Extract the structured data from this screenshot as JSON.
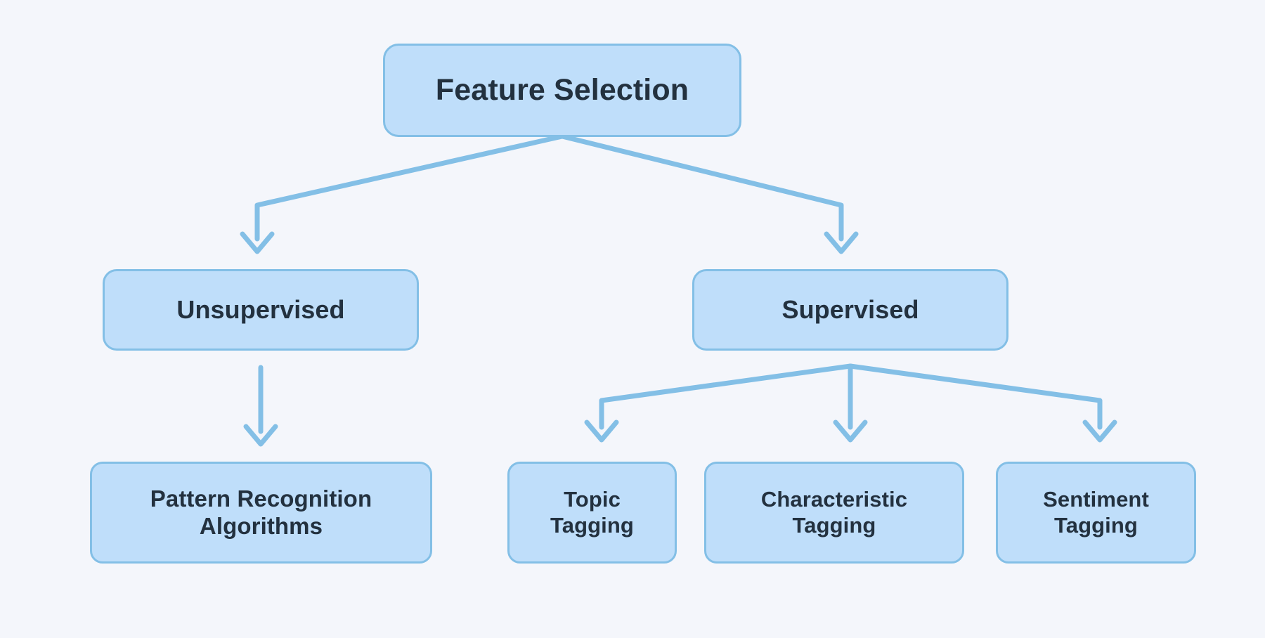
{
  "diagram": {
    "title": "Feature Selection",
    "background_color": "#f4f6fb",
    "node_fill_color": "#bfdefa",
    "node_border_color": "#83bfe6",
    "node_text_color": "#23313f",
    "edge_color": "#83bfe6",
    "nodes": {
      "root": {
        "label": "Feature Selection",
        "level": 1
      },
      "unsupervised": {
        "label": "Unsupervised",
        "level": 2
      },
      "supervised": {
        "label": "Supervised",
        "level": 2
      },
      "pattern_recognition": {
        "label": "Pattern Recognition\nAlgorithms",
        "level": 3
      },
      "topic_tagging": {
        "label": "Topic\nTagging",
        "level": 3
      },
      "characteristic_tagging": {
        "label": "Characteristic\nTagging",
        "level": 3
      },
      "sentiment_tagging": {
        "label": "Sentiment\nTagging",
        "level": 3
      }
    },
    "edges": [
      {
        "from": "root",
        "to": "unsupervised"
      },
      {
        "from": "root",
        "to": "supervised"
      },
      {
        "from": "unsupervised",
        "to": "pattern_recognition"
      },
      {
        "from": "supervised",
        "to": "topic_tagging"
      },
      {
        "from": "supervised",
        "to": "characteristic_tagging"
      },
      {
        "from": "supervised",
        "to": "sentiment_tagging"
      }
    ]
  }
}
